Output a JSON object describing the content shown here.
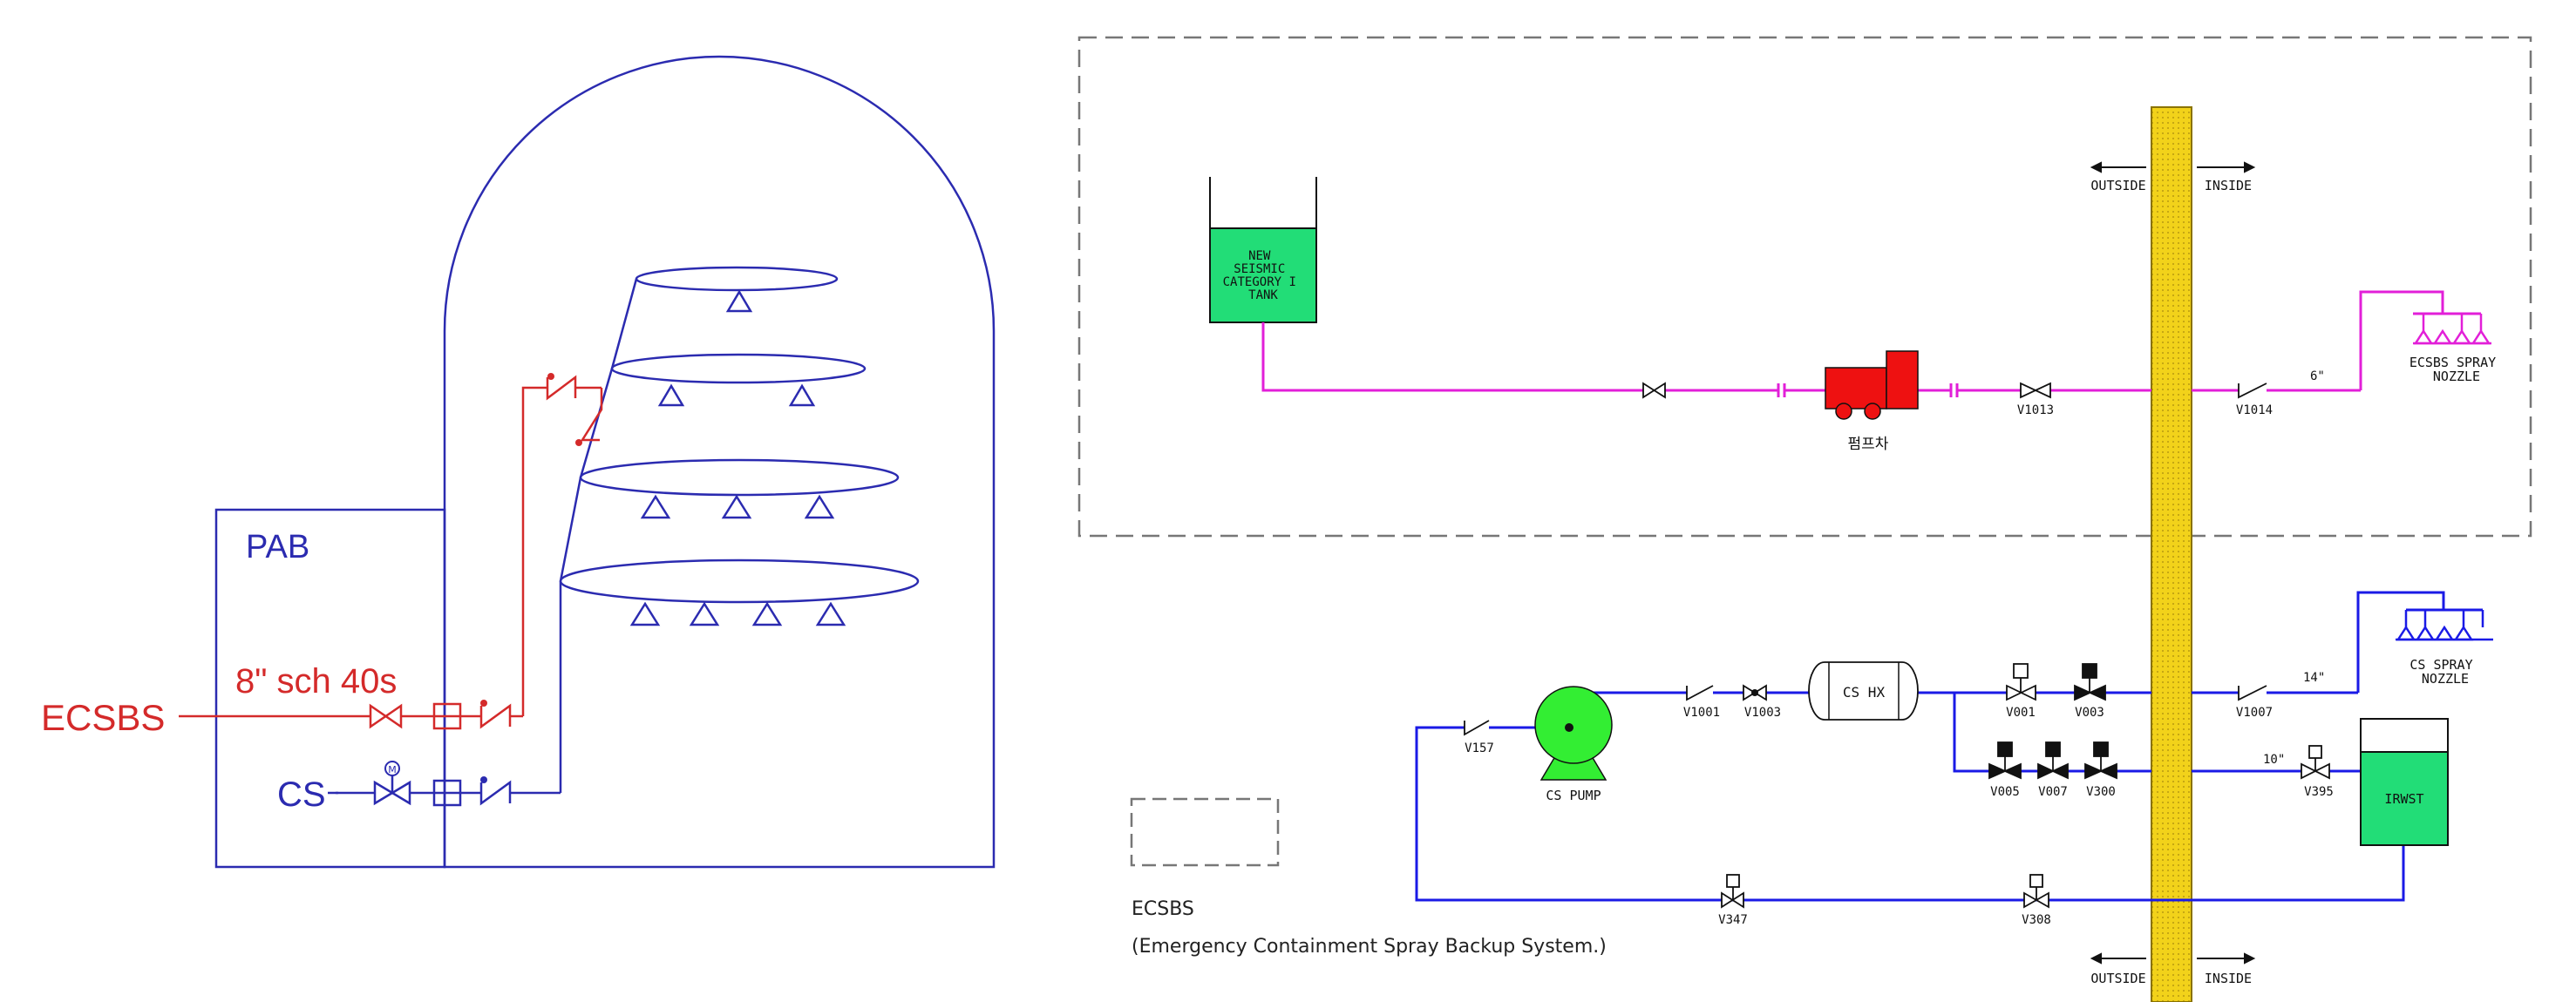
{
  "left_panel": {
    "pab_label": "PAB",
    "ecsbs_label": "ECSBS",
    "pipe_spec": "8\" sch 40s",
    "cs_label": "CS",
    "motor_valve_mark": "M"
  },
  "right_panel": {
    "tank_label": [
      "NEW",
      "SEISMIC",
      "CATEGORY I",
      "TANK"
    ],
    "fire_truck_label": "펌프차",
    "upper_valves": [
      "V1013",
      "V1014"
    ],
    "upper_pipe_size": "6\"",
    "ecsbs_nozzle_label": [
      "ECSBS SPRAY",
      "NOZZLE"
    ],
    "boundary_top": {
      "outside": "OUTSIDE",
      "inside": "INSIDE"
    },
    "boundary_bottom": {
      "outside": "OUTSIDE",
      "inside": "INSIDE"
    },
    "cs_pump_label": "CS PUMP",
    "cs_hx_label": "CS HX",
    "lower_valves": {
      "v157": "V157",
      "v1001": "V1001",
      "v1003": "V1003",
      "v001": "V001",
      "v003": "V003",
      "v005": "V005",
      "v007": "V007",
      "v300": "V300",
      "v1007": "V1007",
      "v395": "V395",
      "v347": "V347",
      "v308": "V308"
    },
    "pipe_14": "14\"",
    "pipe_10": "10\"",
    "cs_nozzle_label": [
      "CS SPRAY",
      "NOZZLE"
    ],
    "irwst_label": "IRWST",
    "legend_title": "ECSBS",
    "legend_desc": "(Emergency Containment Spray Backup System.)"
  },
  "colors": {
    "blue": "#2b2bb0",
    "red": "#d42a2a",
    "magenta": "#e21fd8",
    "pipe_blue": "#1a1ae6",
    "green": "#22dd77",
    "pump_green": "#33ee33",
    "wall_yellow": "#f2d21a",
    "truck_red": "#ee1111"
  }
}
